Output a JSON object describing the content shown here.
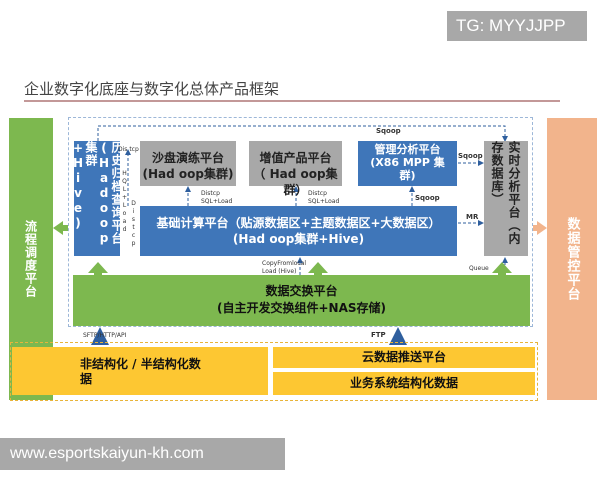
{
  "watermark_top": "TG: MYYJJPP",
  "watermark_bottom": "www.esportskaiyun-kh.com",
  "title": "企业数字化底座与数字化总体产品框架",
  "left_bar": {
    "label": "流程调度平台"
  },
  "right_bar": {
    "label": "数据管控平台"
  },
  "boxes": {
    "history": "历史归档查询平台(Hadoop集群+Hive)",
    "sandbox_line1": "沙盘演练平台",
    "sandbox_line2": "(Had oop集群)",
    "value_line1": "增值产品平台",
    "value_line2": "（ Had oop集群）",
    "mgmt_line1": "管理分析平台",
    "mgmt_line2": "(X86 MPP 集",
    "mgmt_line3": "群)",
    "realtime": "实时分析平台（内存数据库）",
    "base_line1": "基础计算平台（贴源数据区+主题数据区+大数据区）",
    "base_line2": "(Had oop集群+Hive)",
    "exchange_line1": "数据交换平台",
    "exchange_line2": "(自主开发交换组件+NAS存储)",
    "unstructured_line1": "非结构化 / 半结构化数",
    "unstructured_line2": "据",
    "cloud": "云数据推送平台",
    "business": "业务系统结构化数据"
  },
  "edge_labels": {
    "sqoop_top": "Sqoop",
    "sqoop_mid": "Sqoop",
    "sqoop_right": "Sqoop",
    "mr": "MR",
    "dis_top": "Dis tcp",
    "distcp_left": "Distcp",
    "hql_load": "HQL+Load",
    "distcp_a": "Distcp",
    "sql_load_a": "SQL+Load",
    "distcp_b": "Distcp",
    "sql_load_b": "SQL+Load",
    "copy_from": "CopyFromlocal",
    "load_hive": "Load (Hive)",
    "queue": "Queue",
    "sftp": "SFTP/HTTP/API",
    "ftp": "FTP"
  },
  "colors": {
    "green": "#7db84f",
    "blue": "#3f76b9",
    "gray": "#a8a8a8",
    "yellow": "#fdc732",
    "peach": "#f2b48c"
  }
}
